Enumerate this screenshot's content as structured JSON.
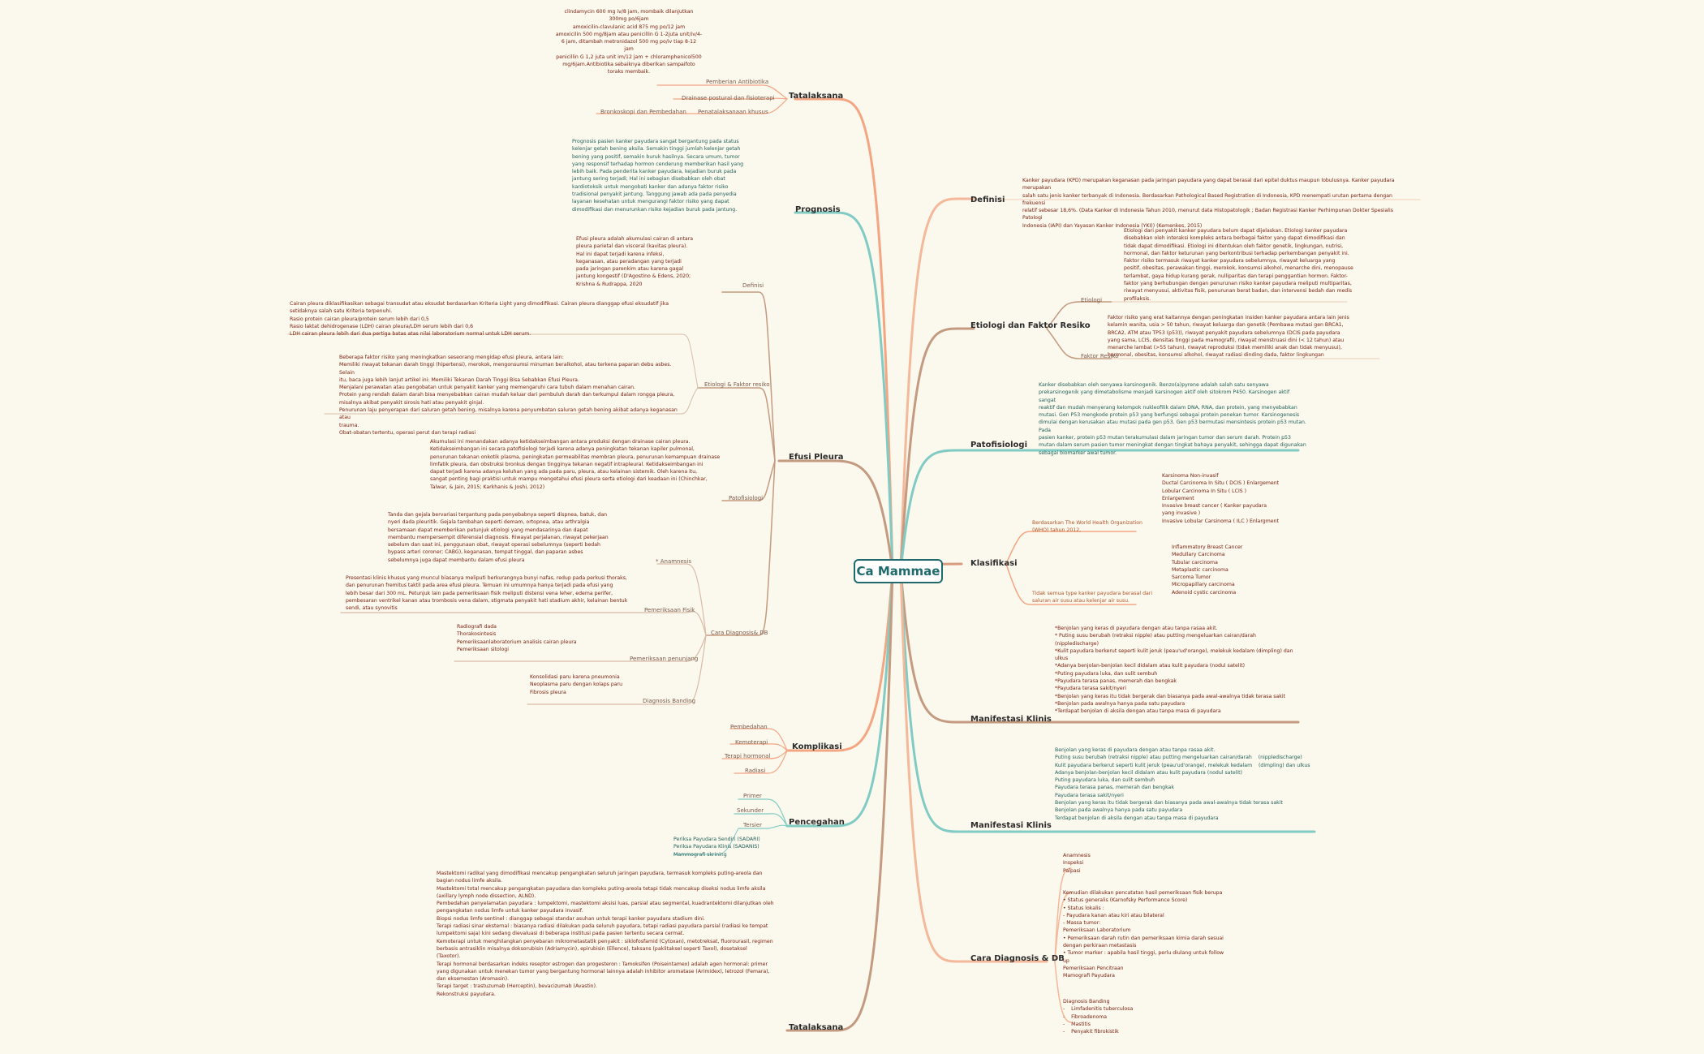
{
  "center": "Ca Mammae",
  "left": {
    "tatalaksana_top": {
      "title": "Tatalaksana",
      "antibiotik_text": [
        "clindamycin 600 mg iv/8 jam, mombaik dilanjutkan",
        "300mg po/6jam",
        "amoxicilin-clavulanic acid 875 mg po/12 jam",
        "amoxicilin 500 mg/8jam atau penicillin G 1-2juta unit/iv/4-",
        "6 jam, ditambah metronidazol 500 mg po/iv tiap 8-12",
        "jam",
        "penicillin G 1,2 juta unit im/12 jam + chloramphenicol500",
        "mg/6jam.Antibiotika sebaiknya diberikan sampaifoto",
        "toraks membaik."
      ],
      "items": [
        "Pemberian Antibiotika",
        "Drainase postural dan fisioterapi",
        "Penatalaksanaan khusus",
        "Bronkoskopi dan Pembedahan"
      ]
    },
    "prognosis": {
      "title": "Prognosis",
      "text": [
        "Prognosis pasien kanker payudara sangat bergantung pada status",
        "kelenjar getah bening aksila. Semakin tinggi jumlah kelenjar getah",
        "bening yang positif, semakin buruk hasilnya. Secara umum, tumor",
        "yang responsif terhadap hormon cenderung memberikan hasil yang",
        "lebih baik. Pada penderita kanker payudara, kejadian buruk pada",
        "jantung sering terjadi; Hal ini sebagian disebabkan oleh obat",
        "kardiotoksik untuk mengobati kanker dan adanya faktor risiko",
        "tradisional penyakit jantung. Tanggung jawab ada pada penyedia",
        "layanan kesehatan untuk mengurangi faktor risiko yang dapat",
        "dimodifikasi dan menurunkan risiko kejadian buruk pada jantung."
      ]
    },
    "efusi": {
      "title": "Efusi Pleura",
      "definisi_label": "Definisi",
      "definisi_text": [
        "Efusi pleura adalah akumulasi cairan di antara",
        "pleura parietal dan visceral (kavitas pleura).",
        "Hal ini dapat terjadi karena infeksi,",
        "keganasan, atau peradangan yang terjadi",
        "pada jaringan parenkim atau karena gagal",
        "jantung kongestif (D'Agostino & Edens, 2020;",
        "Krishna & Rudrappa, 2020"
      ],
      "klasifikasi_text": [
        "Cairan pleura diklasifikasikan sebagai transudat atau eksudat berdasarkan Kriteria Light yang dimodifikasi. Cairan pleura dianggap efusi eksudatif jika",
        "setidaknya salah satu Kriteria terpenuhi.",
        "Rasio protein cairan pleura/protein serum lebih dari 0,5",
        "Rasio laktat dehidrogenase (LDH) cairan pleura/LDH serum lebih dari 0,6",
        "LDH cairan pleura lebih dari dua pertiga batas atas nilai laboratorium normal untuk LDH serum."
      ],
      "etiologi_label": "Etiologi & Faktor resiko",
      "etiologi_text": [
        "Beberapa faktor risiko yang meningkatkan seseorang mengidap efusi pleura, antara lain:",
        "Memiliki riwayat tekanan darah tinggi (hipertensi), merokok, mengonsumsi minuman beralkohol, atau terkena paparan debu asbes. Selain",
        "itu, baca juga lebih lanjut artikel ini: Memiliki Tekanan Darah Tinggi Bisa Sebabkan Efusi Pleura.",
        "Menjalani perawatan atau pengobatan untuk penyakit kanker yang memengaruhi cara tubuh dalam menahan cairan.",
        "Protein yang rendah dalam darah bisa menyebabkan cairan mudah keluar dari pembuluh darah dan terkumpul dalam rongga pleura,",
        "misalnya akibat penyakit sirosis hati atau penyakit ginjal.",
        "Penurunan laju penyerapan dari saluran getah bening, misalnya karena penyumbatan saluran getah bening akibat adanya keganasan atau",
        "trauma.",
        "Obat-obatan tertentu, operasi perut dan terapi radiasi"
      ],
      "pato_label": "Patofisiologi",
      "pato_text": [
        "Akumulasi ini menandakan adanya ketidakseimbangan antara produksi dengan drainase cairan pleura.",
        "Ketidakseimbangan ini secara patofisiologi terjadi karena adanya peningkatan tekanan kapiler pulmonal,",
        "penurunan tekanan onkotik plasma, peningkatan permeabilitas membran pleura, penurunan kemampuan drainase",
        "limfatik pleura, dan obstruksi bronkus dengan tingginya tekanan negatif intrapleural. Ketidakseimbangan ini",
        "dapat terjadi karena adanya keluhan yang ada pada paru, pleura, atau kelainan sistemik. Oleh karena itu,",
        "sangat penting bagi praktisi untuk mampu mengetahui efusi pleura serta etiologi dari keadaan ini (Chinchkar,",
        "Talwar, & Jain, 2015; Karkhanis & Joshi, 2012)"
      ],
      "diag_label": "Cara Diagnosis& DB",
      "anam_label": "* Anamnesis",
      "anam_text": [
        "Tanda dan gejala bervariasi tergantung pada penyebabnya seperti dispnea, batuk, dan",
        "nyeri dada pleuritik. Gejala tambahan seperti demam, ortopnea, atau arthralgia",
        "bersamaan dapat memberikan petunjuk etiologi yang mendasarinya dan dapat",
        "membantu mempersempit diferensial diagnosis. Riwayat perjalanan, riwayat pekerjaan",
        "sebelum dan saat ini, penggunaan obat, riwayat operasi sebelumnya (seperti bedah",
        "bypass arteri coroner; CABG), keganasan, tempat tinggal, dan paparan asbes",
        "sebelumnya juga dapat membantu dalam efusi pleura"
      ],
      "fisik_label": "Pemeriksaan Fisik",
      "fisik_text": [
        "Presentasi klinis khusus yang muncul biasanya meliputi berkurangnya bunyi nafas, redup pada perkusi thoraks,",
        "dan penurunan fremitus taktil pada area efusi pleura. Temuan ini umumnya hanya terjadi pada efusi yang",
        "lebih besar dari 300 mL. Petunjuk lain pada pemeriksaan fisik meliputi distensi vena leher, edema perifer,",
        "pembesaran ventrikel kanan atau trombosis vena dalam, stigmata penyakit hati stadium akhir, kelainan bentuk",
        "sendi, atau synovitis"
      ],
      "penunjang_label": "Pemeriksaan penunjang",
      "penunjang_text": [
        "Radiografi dada",
        "Thorakosintesis",
        "Pemeriksaanlaboratorium analisis cairan pleura",
        "Pemeriksaan sitologi"
      ],
      "banding_label": "Diagnosis Banding",
      "banding_text": [
        "Konsolidasi paru karena pneumonia",
        "Neoplasma paru dengan kolaps paru",
        "Fibrosis pleura"
      ]
    },
    "komplikasi": {
      "title": "Komplikasi",
      "items": [
        "Pembedahan",
        "Kemoterapi",
        "Terapi hormonal",
        "Radiasi"
      ]
    },
    "pencegahan": {
      "title": "Pencegahan",
      "items": [
        "Primer",
        "Sekunder",
        "Tersier"
      ],
      "screening": [
        "Periksa Payudara Sendiri (SADARI)",
        "Periksa Payudara Klinis (SADANIS)",
        "Mammografi skrining"
      ]
    },
    "tatalaksana_bottom": {
      "title": "Tatalaksana",
      "text": [
        "Mastektomi radikal yang dimodifikasi mencakup pengangkatan seluruh jaringan payudara, termasuk kompleks puting-areola dan",
        "bagian nodus limfe aksila.",
        "",
        "Mastektomi total mencakup pengangkatan payudara dan kompleks puting-areola tetapi tidak mencakup diseksi nodus limfe aksila",
        "(axillary lymph node dissection, ALND).",
        "Pembedahan penyelamatan payudara : lumpektomi, mastektomi aksisi luas, parsial atau segmental, kuadrantektomi dilanjutkan oleh",
        "pengangkatan nodus limfe untuk kanker payudara invasif.",
        "Biopsi nodus limfe sentinel : dianggap sebagai standar asuhan untuk terapi kanker payudara stadium dini.",
        "Terapi radiasi sinar eksternal : biasanya radiasi dilakukan pada seluruh payudara, tetapi radiasi payudara parsial (radiasi ke tempat",
        "lumpektomi saja) kini sedang dievaluasi di beberapa institusi pada pasien tertentu secara cermat.",
        "",
        "Kemoterapi untuk menghilangkan penyebaran mikrometastatik penyakit : siklofosfamid (Cytoxan), metotreksat, fluorourasil, regimen",
        "berbasis antrasiklin misalnya doksorubisin (Adriamycin), epirubisin (Ellence), taksans (paklitaksel seperti Taxol), dosetaksel",
        "(Taxotor).",
        "",
        "Terapi hormonal berdasarkan indeks reseptor estrogen dan progesteron : Tamoksifen (Poiseintamex) adalah agen hormonal: primer",
        "yang digunakan untuk menekan tumor yang bergantung hormonal lainnya adalah inhibitor aromatase (Arimidex), letrozol (Femara),",
        "dan eksemestan (Aromasin).",
        "Terapi target : trastuzumab (Herceptin), bevacizumab (Avastin).",
        "Rekonstruksi payudara."
      ]
    }
  },
  "right": {
    "definisi": {
      "title": "Definisi",
      "text": [
        "Kanker payudara (KPD) merupakan keganasan pada jaringan payudara yang dapat berasal dari epitel duktus maupun lobulusnya. Kanker payudara merupakan",
        "salah satu jenis kanker terbanyak di Indonesia. Berdasarkan Pathological Based Registration di Indonesia, KPD menempati urutan pertama dengan frekuensi",
        "relatif sebesar 18,6%. (Data Kanker di Indonesia Tahun 2010, menurut data Histopatologik ; Badan Registrasi Kanker Perhimpunan Dokter Spesialis Patologi",
        "Indonesia (IAPI) dan Yayasan Kanker Indonesia (YKI)) (Kemenkes, 2015)"
      ]
    },
    "etiologi": {
      "title": "Etiologi dan Faktor Resiko",
      "etiologi_label": "Etiologi",
      "etiologi_text": [
        "Etiologi dari penyakit kanker payudara belum dapat dijelaskan. Etiologi kanker payudara",
        "disebabkan oleh interaksi kompleks antara berbagai faktor yang dapat dimodifikasi dan",
        "tidak dapat dimodifikasi. Etiologi ini ditentukan oleh faktor genetik, lingkungan, nutrisi,",
        "hormonal, dan faktor keturunan yang berkontribusi terhadap perkembangan penyakit ini.",
        "Faktor risiko termasuk riwayat kanker payudara sebelumnya, riwayat keluarga yang",
        "positif, obesitas, perawakan tinggi, merokok, konsumsi alkohol, menarche dini, menopause",
        "terlambat, gaya hidup kurang gerak, nulliparitas dan terapi penggantian hormon. Faktor-",
        "faktor yang berhubungan dengan penurunan risiko kanker payudara meliputi multiparitas,",
        "riwayat menyusui, aktivitas fisik, penurunan berat badan, dan intervensi bedah dan medis",
        "profilaksis."
      ],
      "faktor_label": "Faktor Resiko",
      "faktor_text": [
        "Faktor risiko yang erat kaitannya dengan peningkatan insiden kanker payudara antara lain jenis",
        "kelamin wanita, usia > 50 tahun, riwayat keluarga dan genetik (Pembawa mutasi gen BRCA1,",
        "BRCA2, ATM atau TP53 (p53)), riwayat penyakit payudara sebelumnya (DCIS pada payudara",
        "yang sama, LCIS, densitas tinggi pada mamografi), riwayat menstruasi dini (< 12 tahun) atau",
        "menarche lambat (>55 tahun), riwayat reproduksi (tidak memiliki anak dan tidak menyusui),",
        "hormonal, obesitas, konsumsi alkohol, riwayat radiasi dinding dada, faktor lingkungan"
      ]
    },
    "patofisiologi": {
      "title": "Patofisiologi",
      "text": [
        "Kanker disebabkan oleh senyawa karsinogenik. Benzo(a)pyrene adalah salah satu senyawa",
        "prekarsinogenik yang dimetabolisme menjadi karsinogen aktif oleh sitokrom P450. Karsinogen aktif sangat",
        "reaktif dan mudah menyerang kelompok nukleofilik dalam DNA, RNA, dan protein, yang menyebabkan",
        "mutasi. Gen P53 mengkode protein p53 yang berfungsi sebagai protein penekan tumor. Karsinogenesis",
        "dimulai dengan kerusakan atau mutasi pada gen p53. Gen p53 bermutasi mensintesis protein p53 mutan. Pada",
        "pasien kanker, protein p53 mutan terakumulasi dalam jaringan tumor dan serum darah. Protein p53",
        "mutan dalam serum pasien tumor meningkat dengan tingkat bahaya penyakit, sehingga dapat digunakan",
        "sebagai biomarker awal tumor."
      ]
    },
    "klasifikasi": {
      "title": "Klasifikasi",
      "who_label": [
        "Berdasarkan The World Health Organization",
        "(WHO) tahun 2012,"
      ],
      "who_items": [
        "Karsinoma Non-invasif",
        "Ductal Carcinoma In Situ ( DCIS ) Enlargement",
        "Lobular Carcinoma In Situ ( LCIS )",
        "Enlargement",
        "Invasive breast cancer ( Kanker payudara",
        "yang invasive )",
        "Invasive Lobular Carsinoma ( ILC ) Enlargment"
      ],
      "other_label": [
        "Tidak semua type kanker payudara berasal dari",
        "saluran air susu atau kelenjar air susu."
      ],
      "other_items": [
        "Inflammatory Breast Cancer",
        "Medullary Carcinoma",
        "Tubular carcinoma",
        "Metaplastic carcinoma",
        "Sarcoma Tumor",
        "Micropapillary carcinoma",
        "Adenoid cystic carcinoma"
      ]
    },
    "manifestasi1": {
      "title": "Manifestasi Klinis",
      "text": [
        "*Benjolan yang keras di payudara dengan atau tanpa rasaa akit.",
        "* Puting susu berubah (retraksi nipple) atau putting mengeluarkan cairan/darah",
        "(nippledischarge)",
        "*Kulit payudara berkerut seperti kulit jeruk (peau'ud'orange), melekuk kedalam (dimpling) dan",
        "ulkus",
        "*Adanya benjolan-benjolan kecil didalam atau kulit payudara (nodul satelit)",
        "*Puting payudara luka, dan sulit sembuh",
        "*Payudara terasa panas, memerah dan bengkak",
        "*Payudara terasa sakit/nyeri",
        "*Benjolan yang keras itu tidak bergerak dan biasanya pada awal-awalnya tidak terasa sakit",
        "*Benjolan pada awalnya hanya pada satu payudara",
        "*Terdapat benjolan di aksila dengan atau tanpa masa di payudara"
      ]
    },
    "manifestasi2": {
      "title": "Manifestasi Klinis",
      "text": [
        "Benjolan yang keras di payudara dengan atau tanpa rasaa akit.",
        "Puting susu berubah (retraksi nipple) atau putting mengeluarkan cairan/darah    (nippledischarge)",
        "Kulit payudara berkerut seperti kulit jeruk (peau'ud'orange), melekuk kedalam    (dimpling) dan ulkus",
        "Adanya benjolan-benjolan kecil didalam atau kulit payudara (nodul satelit)",
        "Puting payudara luka, dan sulit sembuh",
        "Payudara terasa panas, memerah dan bengkak",
        "Payudara terasa sakit/nyeri",
        "Benjolan yang keras itu tidak bergerak dan biasanya pada awal-awalnya tidak terasa sakit",
        "Benjolan pada awalnya hanya pada satu payudara",
        "Terdapat benjolan di aksila dengan atau tanpa masa di payudara"
      ]
    },
    "diagnosis": {
      "title": "Cara Diagnosis & DB",
      "anamnesis": [
        "Anamnesis",
        "Inspeksi",
        "Palpasi"
      ],
      "fisik": [
        "Kemudian dilakukan pencatatan hasil pemeriksaan fisik berupa",
        "• Status generalis (Karnofsky Performance Score)",
        "• Status lokalis :",
        "- Payudara kanan atau kiri atau bilateral",
        "- Massa tumor:",
        "Pemeriksaan Laboratorium",
        "• Pemeriksaan darah rutin dan pemeriksaan kimia darah sesuai",
        "dengan perkiraan metastasis",
        "• Tumor marker : apabila hasil tinggi, perlu diulang untuk follow",
        "up",
        "Pemeriksaan Pencitraan",
        "Mamografi Payudara"
      ],
      "banding": [
        "Diagnosis Banding",
        "-    Limfadenitis tuberculosa",
        "-    Fibroadenoma",
        "-    Mastitis",
        "-    Penyakit fibrokistik"
      ]
    }
  },
  "colors": {
    "center_border": "#1f6b6b",
    "orange": "#f4a582",
    "teal": "#80cbc4",
    "brown": "#c49a80"
  }
}
